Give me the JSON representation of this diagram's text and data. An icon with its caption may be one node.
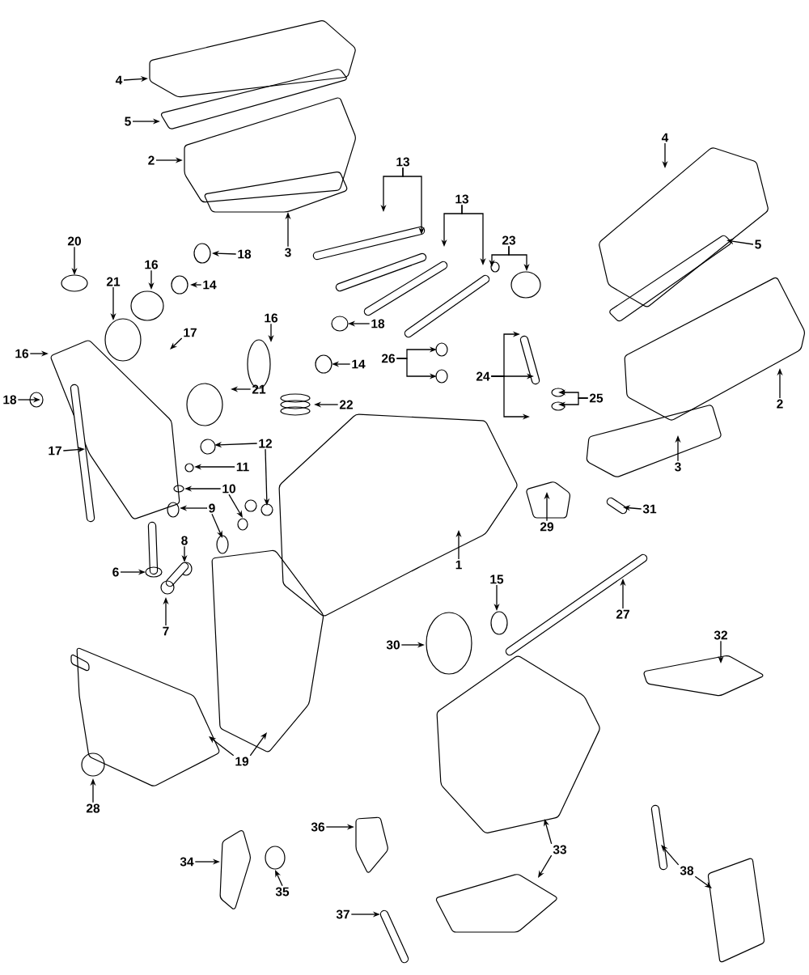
{
  "diagram": {
    "nodes": [
      {
        "text": [
          "4"
        ]
      },
      {
        "text": [
          "5"
        ]
      },
      {
        "text": [
          "2"
        ]
      },
      {
        "text": [
          "3"
        ]
      },
      {
        "text": [
          "13"
        ]
      },
      {
        "text": [
          "13"
        ]
      },
      {
        "text": [
          "4"
        ]
      },
      {
        "text": [
          "5"
        ]
      },
      {
        "text": [
          "20"
        ]
      },
      {
        "text": [
          "18"
        ]
      },
      {
        "text": [
          "16"
        ]
      },
      {
        "text": [
          "21"
        ]
      },
      {
        "text": [
          "14"
        ]
      },
      {
        "text": [
          "23"
        ]
      },
      {
        "text": [
          "16"
        ]
      },
      {
        "text": [
          "17"
        ]
      },
      {
        "text": [
          "18"
        ]
      },
      {
        "text": [
          "26"
        ]
      },
      {
        "text": [
          "24"
        ]
      },
      {
        "text": [
          "25"
        ]
      },
      {
        "text": [
          "16"
        ]
      },
      {
        "text": [
          "14"
        ]
      },
      {
        "text": [
          "21"
        ]
      },
      {
        "text": [
          "2"
        ]
      },
      {
        "text": [
          "18"
        ]
      },
      {
        "text": [
          "22"
        ]
      },
      {
        "text": [
          "17"
        ]
      },
      {
        "text": [
          "12"
        ]
      },
      {
        "text": [
          "11"
        ]
      },
      {
        "text": [
          "3"
        ]
      },
      {
        "text": [
          "10"
        ]
      },
      {
        "text": [
          "9"
        ]
      },
      {
        "text": [
          "8"
        ]
      },
      {
        "text": [
          "1"
        ]
      },
      {
        "text": [
          "29"
        ]
      },
      {
        "text": [
          "31"
        ]
      },
      {
        "text": [
          "6"
        ]
      },
      {
        "text": [
          "7"
        ]
      },
      {
        "text": [
          "15"
        ]
      },
      {
        "text": [
          "27"
        ]
      },
      {
        "text": [
          "30"
        ]
      },
      {
        "text": [
          "32"
        ]
      },
      {
        "text": [
          "19"
        ]
      },
      {
        "text": [
          "28"
        ]
      },
      {
        "text": [
          "36"
        ]
      },
      {
        "text": [
          "33"
        ]
      },
      {
        "text": [
          "34"
        ]
      },
      {
        "text": [
          "35"
        ]
      },
      {
        "text": [
          "38"
        ]
      },
      {
        "text": [
          "37"
        ]
      }
    ],
    "edges": [
      {
        "from": 0,
        "to": null,
        "arrow": "to"
      },
      {
        "from": 1,
        "to": null,
        "arrow": "to"
      },
      {
        "from": 2,
        "to": null,
        "arrow": "to"
      },
      {
        "from": 3,
        "to": null,
        "arrow": "to"
      },
      {
        "from": 4,
        "to": null,
        "arrow": "to"
      },
      {
        "from": 4,
        "to": null,
        "arrow": "to"
      },
      {
        "from": 5,
        "to": null,
        "arrow": "to"
      },
      {
        "from": 5,
        "to": null,
        "arrow": "to"
      },
      {
        "from": 6,
        "to": null,
        "arrow": "to"
      },
      {
        "from": 7,
        "to": null,
        "arrow": "to"
      },
      {
        "from": 8,
        "to": null,
        "arrow": "to"
      },
      {
        "from": 9,
        "to": null,
        "arrow": "to"
      },
      {
        "from": 10,
        "to": null,
        "arrow": "to"
      },
      {
        "from": 11,
        "to": null,
        "arrow": "to"
      },
      {
        "from": 12,
        "to": null,
        "arrow": "to"
      },
      {
        "from": 13,
        "to": null,
        "arrow": "to"
      },
      {
        "from": 13,
        "to": null,
        "arrow": "to"
      },
      {
        "from": 14,
        "to": null,
        "arrow": "to"
      },
      {
        "from": 15,
        "to": null,
        "arrow": "to"
      },
      {
        "from": 16,
        "to": null,
        "arrow": "to"
      },
      {
        "from": 17,
        "to": null,
        "arrow": "to"
      },
      {
        "from": 17,
        "to": null,
        "arrow": "to"
      },
      {
        "from": 18,
        "to": null,
        "arrow": "to"
      },
      {
        "from": 18,
        "to": null,
        "arrow": "to"
      },
      {
        "from": 18,
        "to": null,
        "arrow": "to"
      },
      {
        "from": 19,
        "to": null,
        "arrow": "to"
      },
      {
        "from": 19,
        "to": null,
        "arrow": "to"
      },
      {
        "from": 20,
        "to": null,
        "arrow": "to"
      },
      {
        "from": 21,
        "to": null,
        "arrow": "to"
      },
      {
        "from": 22,
        "to": null,
        "arrow": "to"
      },
      {
        "from": 23,
        "to": null,
        "arrow": "to"
      },
      {
        "from": 24,
        "to": null,
        "arrow": "to"
      },
      {
        "from": 25,
        "to": null,
        "arrow": "to"
      },
      {
        "from": 26,
        "to": null,
        "arrow": "to"
      },
      {
        "from": 27,
        "to": null,
        "arrow": "to"
      },
      {
        "from": 27,
        "to": null,
        "arrow": "to"
      },
      {
        "from": 28,
        "to": null,
        "arrow": "to"
      },
      {
        "from": 29,
        "to": null,
        "arrow": "to"
      },
      {
        "from": 30,
        "to": null,
        "arrow": "to"
      },
      {
        "from": 30,
        "to": null,
        "arrow": "to"
      },
      {
        "from": 31,
        "to": null,
        "arrow": "to"
      },
      {
        "from": 31,
        "to": null,
        "arrow": "to"
      },
      {
        "from": 32,
        "to": null,
        "arrow": "to"
      },
      {
        "from": 33,
        "to": null,
        "arrow": "to"
      },
      {
        "from": 34,
        "to": null,
        "arrow": "to"
      },
      {
        "from": 35,
        "to": null,
        "arrow": "to"
      },
      {
        "from": 36,
        "to": null,
        "arrow": "to"
      },
      {
        "from": 37,
        "to": null,
        "arrow": "to"
      },
      {
        "from": 38,
        "to": null,
        "arrow": "to"
      },
      {
        "from": 39,
        "to": null,
        "arrow": "to"
      },
      {
        "from": 40,
        "to": null,
        "arrow": "to"
      },
      {
        "from": 41,
        "to": null,
        "arrow": "to"
      },
      {
        "from": 42,
        "to": null,
        "arrow": "to"
      },
      {
        "from": 42,
        "to": null,
        "arrow": "to"
      },
      {
        "from": 43,
        "to": null,
        "arrow": "to"
      },
      {
        "from": 44,
        "to": null,
        "arrow": "to"
      },
      {
        "from": 45,
        "to": null,
        "arrow": "to"
      },
      {
        "from": 45,
        "to": null,
        "arrow": "to"
      },
      {
        "from": 46,
        "to": null,
        "arrow": "to"
      },
      {
        "from": 47,
        "to": null,
        "arrow": "to"
      },
      {
        "from": 48,
        "to": null,
        "arrow": "to"
      },
      {
        "from": 48,
        "to": null,
        "arrow": "to"
      },
      {
        "from": 49,
        "to": null,
        "arrow": "to"
      }
    ]
  }
}
